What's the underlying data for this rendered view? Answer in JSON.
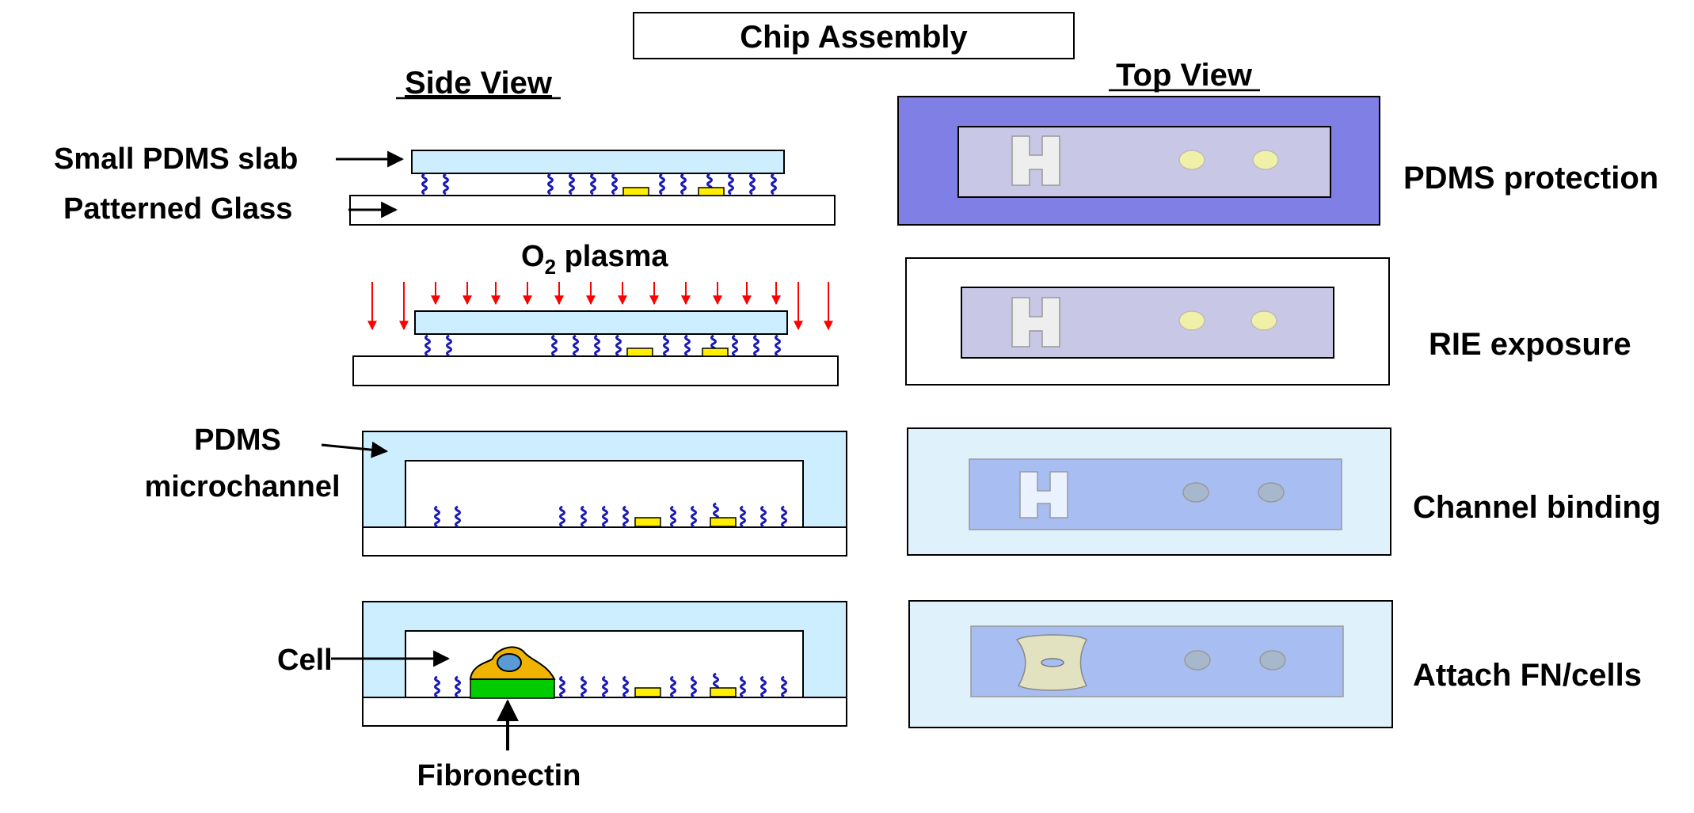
{
  "title": "Chip Assembly",
  "side_view_heading": "Side View",
  "top_view_heading": "Top View",
  "labels": {
    "small_pdms_slab": "Small PDMS slab",
    "patterned_glass": "Patterned Glass",
    "o2_plasma_main": "O",
    "o2_plasma_sub": "2",
    "o2_plasma_rest": " plasma",
    "pdms": "PDMS",
    "microchannel": "microchannel",
    "cell": "Cell",
    "fibronectin": "Fibronectin"
  },
  "steps": [
    {
      "label": "PDMS protection"
    },
    {
      "label": "RIE exposure"
    },
    {
      "label": "Channel binding"
    },
    {
      "label": "Attach FN/cells"
    }
  ],
  "colors": {
    "pdms_light": "#cceeff",
    "pdms_protect": "#7f7fe6",
    "inner_gray": "#c8c8e6",
    "channel_blue": "#a8bdf2",
    "pad_yellow": "#ffee00",
    "dot_yellow": "#f0f0a8",
    "dot_gray": "#a8b8cc",
    "arrow_red": "#ff0000",
    "spring_blue": "#1a1ab4",
    "fibronectin_green": "#00cc00",
    "cell_orange": "#f0b400",
    "nucleus_blue": "#5b9bd5"
  }
}
